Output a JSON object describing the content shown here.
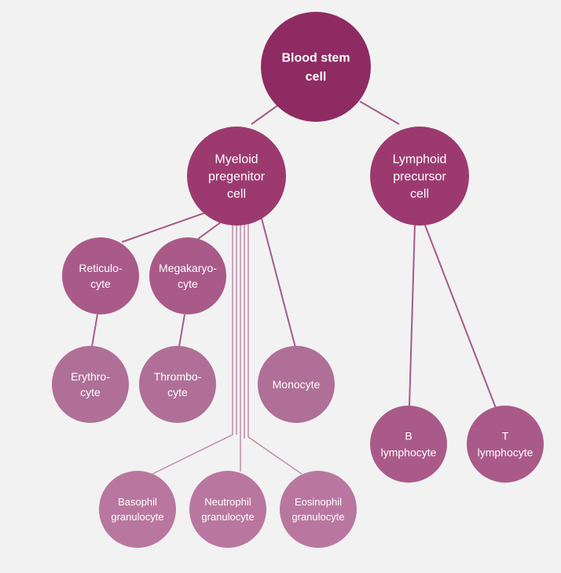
{
  "colors": {
    "background": "#f2f2f2",
    "level0": "#8e2b62",
    "level1": "#9c3a70",
    "level2": "#a95a89",
    "level3": "#b06f97",
    "level4": "#b9779f",
    "edge": "#a75a86"
  },
  "nodes": {
    "stem": {
      "lines": [
        "Blood stem",
        "cell"
      ]
    },
    "myeloid": {
      "lines": [
        "Myeloid",
        "pregenitor",
        "cell"
      ]
    },
    "lymphoid": {
      "lines": [
        "Lymphoid",
        "precursor",
        "cell"
      ]
    },
    "reticulocyte": {
      "lines": [
        "Reticulo-",
        "cyte"
      ]
    },
    "megakaryocyte": {
      "lines": [
        "Megakaryo-",
        "cyte"
      ]
    },
    "erythrocyte": {
      "lines": [
        "Erythro-",
        "cyte"
      ]
    },
    "thrombocyte": {
      "lines": [
        "Thrombo-",
        "cyte"
      ]
    },
    "monocyte": {
      "lines": [
        "Monocyte"
      ]
    },
    "basophil": {
      "lines": [
        "Basophil",
        "granulocyte"
      ]
    },
    "neutrophil": {
      "lines": [
        "Neutrophil",
        "granulocyte"
      ]
    },
    "eosinophil": {
      "lines": [
        "Eosinophil",
        "granulocyte"
      ]
    },
    "b_lymphocyte": {
      "lines": [
        "B",
        "lymphocyte"
      ]
    },
    "t_lymphocyte": {
      "lines": [
        "T",
        "lymphocyte"
      ]
    }
  }
}
